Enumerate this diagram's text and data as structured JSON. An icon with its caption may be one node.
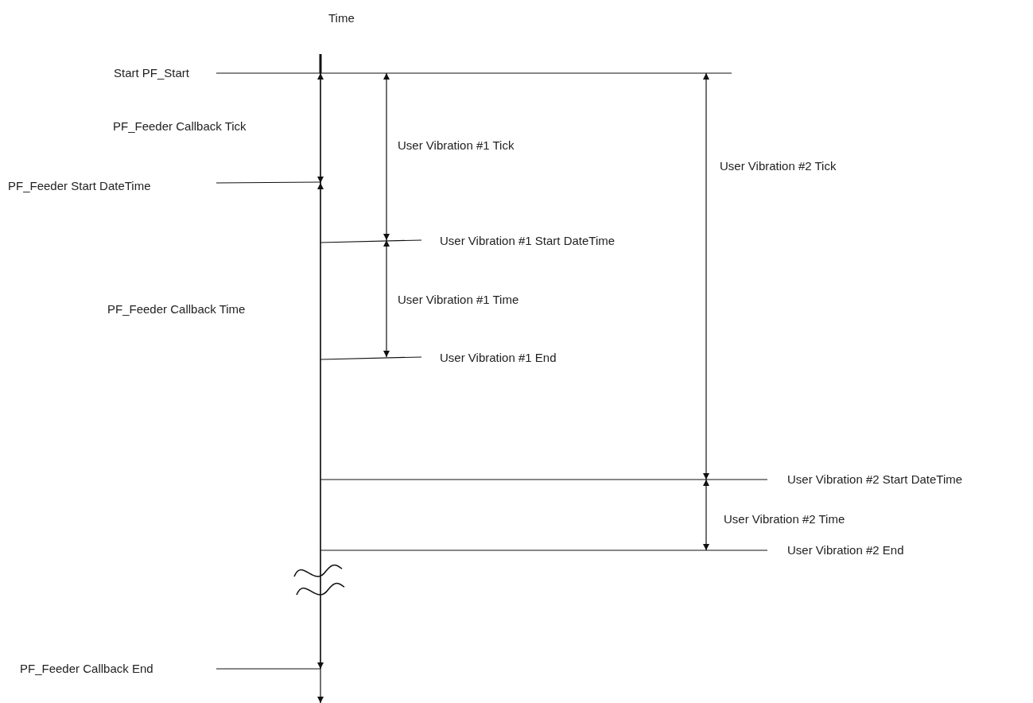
{
  "diagram": {
    "labels": [
      "Time",
      "Start PF_Start",
      "PF_Feeder Callback Tick",
      "User Vibration #1 Tick",
      "User Vibration #2 Tick",
      "PF_Feeder Start DateTime",
      "User Vibration #1 Start DateTime",
      "User Vibration #1 Time",
      "PF_Feeder Callback Time",
      "User Vibration #1 End",
      "User Vibration #2 Start DateTime",
      "User Vibration #2 Time",
      "User Vibration #2 End",
      "PF_Feeder Callback End"
    ]
  }
}
